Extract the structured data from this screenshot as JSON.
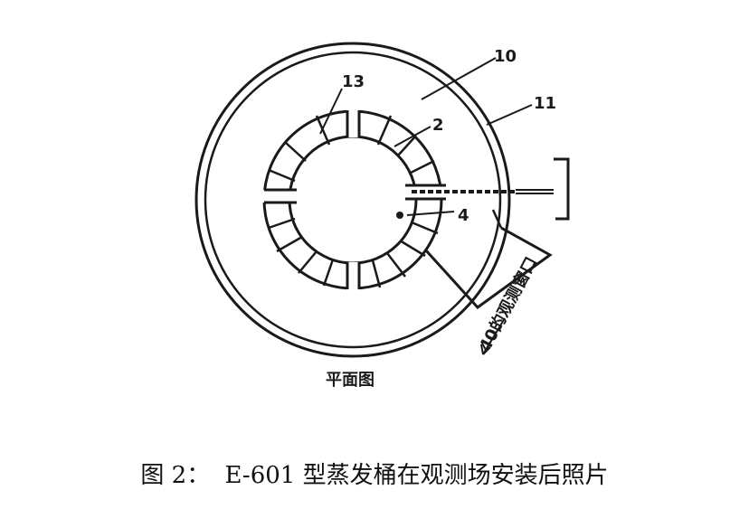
{
  "diagram": {
    "labels": {
      "part_13": "13",
      "part_2": "2",
      "part_4": "4",
      "part_10": "10",
      "part_11": "11",
      "window_text": "40的观测窗口",
      "view_title": "平面图"
    }
  },
  "caption": {
    "figure_no": "图 2：",
    "text": "E-601 型蒸发桶在观测场安装后照片"
  }
}
